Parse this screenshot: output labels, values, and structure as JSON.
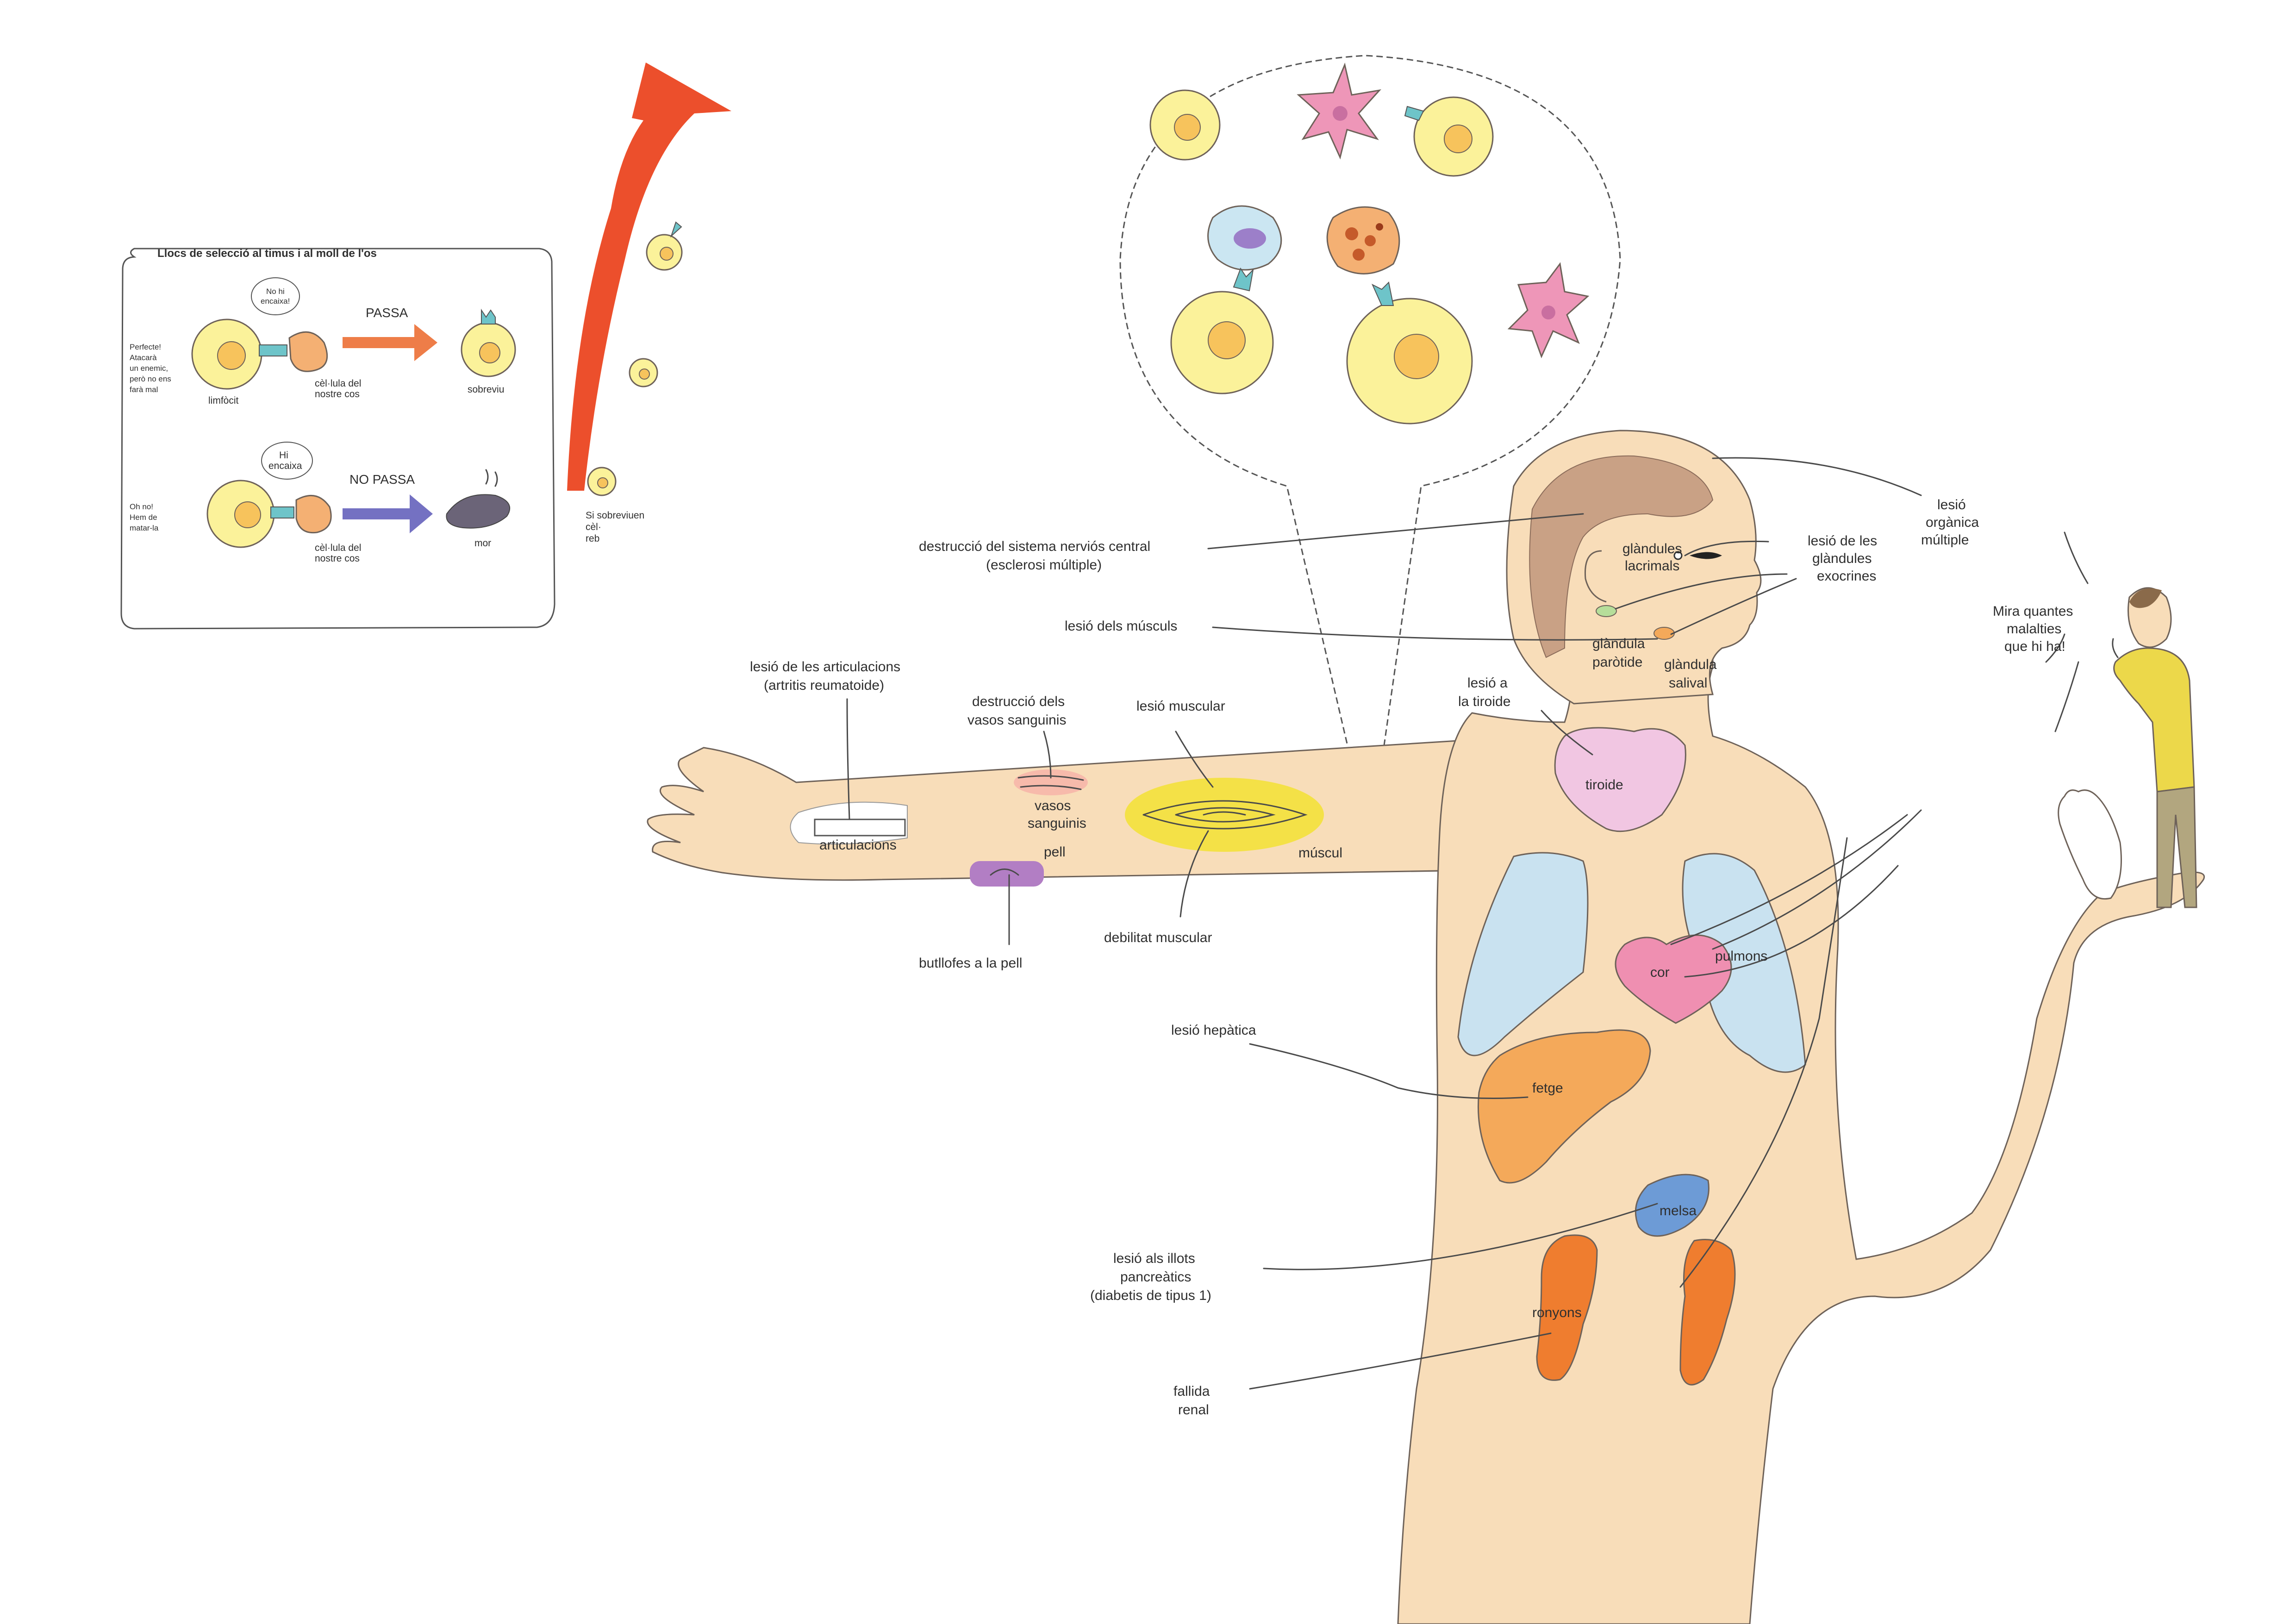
{
  "selection_box": {
    "title": "Llocs de selecció al timus i al moll de l'os",
    "row1": {
      "caption": [
        "Perfecte!",
        "Atacarà",
        "un enemic,",
        "però no ens",
        "farà mal"
      ],
      "bubble": [
        "No hi",
        "encaixa!"
      ],
      "arrow_label": "PASSA",
      "cell_label": "limfòcit",
      "body_cell_label": [
        "cèl·lula del",
        "nostre cos"
      ],
      "result_label": "sobreviu"
    },
    "row2": {
      "caption": [
        "Oh no!",
        "Hem de",
        "matar-la"
      ],
      "bubble": [
        "Hi",
        "encaixa"
      ],
      "arrow_label": "NO PASSA",
      "body_cell_label": [
        "cèl·lula del",
        "nostre cos"
      ],
      "result_label": "mor"
    }
  },
  "survive_text": [
    "Si sobreviuen",
    "cèl·",
    "reb"
  ],
  "labels": {
    "cns": [
      "destrucció del sistema nerviós central",
      "(esclerosi múltiple)"
    ],
    "muscles": "lesió dels músculs",
    "organ": [
      "lesió",
      "orgànica",
      "múltiple"
    ],
    "exocrine": [
      "lesió de les",
      "glàndules",
      "exocrines"
    ],
    "lacrimal": [
      "glàndules",
      "lacrimals"
    ],
    "parotid": [
      "glàndula",
      "paròtide"
    ],
    "salivary": [
      "glàndula",
      "salival"
    ],
    "thyroid_lesion": [
      "lesió a",
      "la tiroide"
    ],
    "thyroid": "tiroide",
    "joints_lesion": [
      "lesió de les articulacions",
      "(artritis reumatoide)"
    ],
    "vessels_lesion": [
      "destrucció dels",
      "vasos sanguinis"
    ],
    "muscle_lesion": "lesió muscular",
    "vessels": [
      "vasos",
      "sanguinis"
    ],
    "joints": "articulacions",
    "skin": "pell",
    "muscle": "múscul",
    "weakness": "debilitat muscular",
    "blisters": "butllofes a la pell",
    "heart": "cor",
    "lungs": "pulmons",
    "liver_lesion": "lesió hepàtica",
    "liver": "fetge",
    "spleen": "melsa",
    "islets": [
      "lesió als illots",
      "pancreàtics",
      "(diabetis de tipus 1)"
    ],
    "kidneys": "ronyons",
    "renal": [
      "fallida",
      "renal"
    ],
    "kid_speech": [
      "Mira quantes",
      "malalties",
      "que hi ha!"
    ]
  },
  "colors": {
    "skin": "#f8ddb9",
    "brain": "#c9a185",
    "lymphocyte": "#fbf29a",
    "nucleus": "#f7c35c",
    "lungs": "#c9e2f0",
    "heart": "#ef8fb1",
    "liver": "#f4a95a",
    "spleen": "#6d9bd6",
    "kidneys": "#ef7d2f",
    "thyroid": "#f1c6e2",
    "muscle": "#f3e233",
    "blister": "#b27ec4",
    "arrow_red": "#ec4f2c",
    "arrow_orange": "#ee7d48",
    "arrow_blue": "#7471c2",
    "receptor": "#6ec4c9"
  }
}
